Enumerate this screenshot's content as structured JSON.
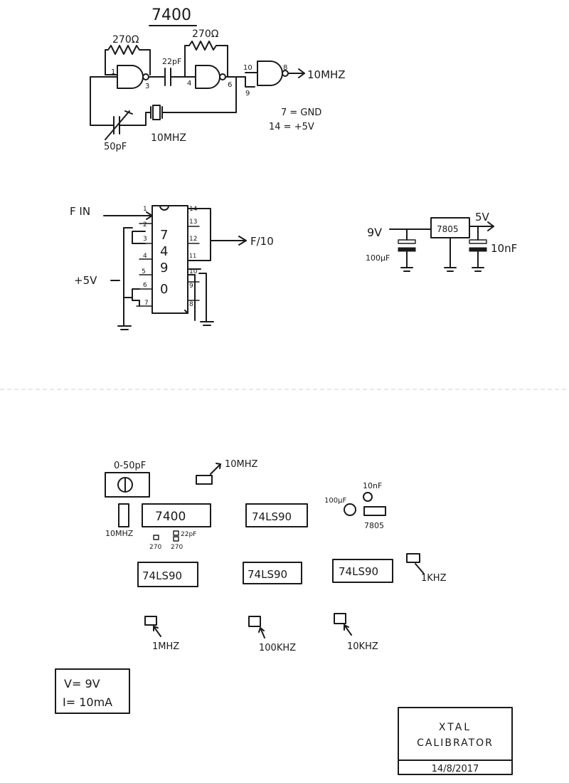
{
  "oscillator": {
    "title": "7400",
    "r1": "270Ω",
    "r2": "270Ω",
    "c_coupling": "22pF",
    "trimmer": "50pF",
    "crystal": "10MHZ",
    "output": "10MHZ",
    "pins": {
      "p1": "1",
      "p3": "3",
      "p4": "4",
      "p6": "6",
      "p10": "10",
      "p9": "9",
      "p8": "8"
    },
    "note_gnd": "7 = GND",
    "note_vcc": "14 = +5V"
  },
  "divider": {
    "input": "F IN",
    "output": "F/10",
    "supply": "+5V",
    "chip_digits": [
      "7",
      "4",
      "9",
      "0"
    ],
    "left_pins": [
      "1",
      "2",
      "3",
      "4",
      "5",
      "6",
      "7"
    ],
    "right_pins": [
      "14",
      "13",
      "12",
      "11",
      "10",
      "9",
      "8"
    ]
  },
  "regulator": {
    "vin": "9V",
    "vout": "5V",
    "chip": "7805",
    "c_in": "100µF",
    "c_out": "10nF"
  },
  "layout": {
    "trimmer": "0-50pF",
    "crystal_left": "10MHZ",
    "crystal_top": "10MHZ",
    "chip_7400": "7400",
    "r_a": "270",
    "r_b": "270",
    "cap_small": "22pF",
    "chip_u2": "74LS90",
    "chip_u3": "74LS90",
    "chip_u4": "74LS90",
    "chip_u5": "74LS90",
    "cap_c1": "100µF",
    "cap_c2": "10nF",
    "regulator": "7805",
    "out_1k": "1KHZ",
    "out_1m": "1MHZ",
    "out_100k": "100KHZ",
    "out_10k": "10KHZ"
  },
  "specs": {
    "voltage": "V= 9V",
    "current": "I= 10mA"
  },
  "title_block": {
    "line1": "XTAL",
    "line2": "CALIBRATOR",
    "date": "14/8/2017"
  }
}
